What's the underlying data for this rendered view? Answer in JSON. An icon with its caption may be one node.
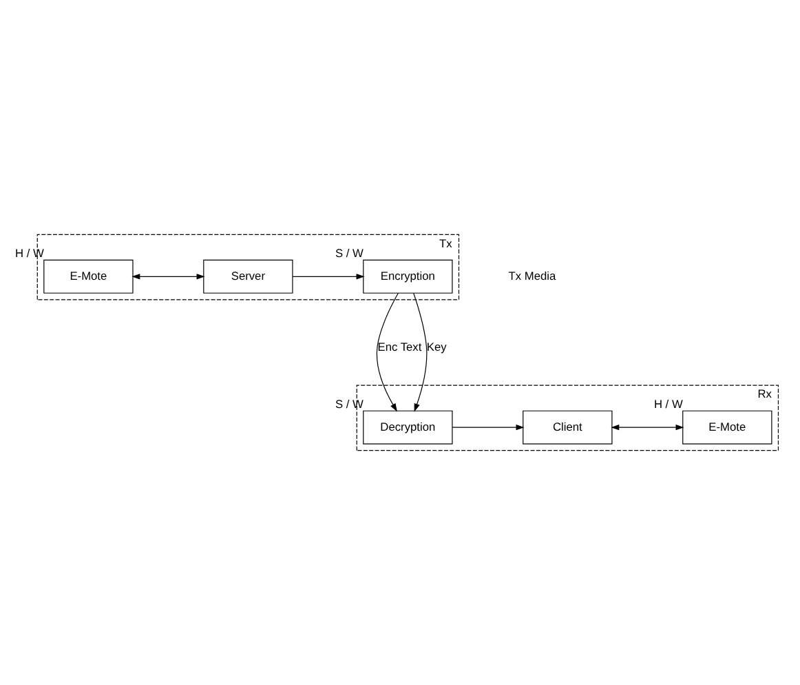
{
  "diagram": {
    "nodes": [
      {
        "text": [
          "Tx"
        ]
      },
      {
        "text": [
          "E-Mote"
        ],
        "in": 0,
        "beside": [
          "H / W"
        ]
      },
      {
        "text": [
          "Server"
        ],
        "in": 0
      },
      {
        "text": [
          "Encryption"
        ],
        "in": 0,
        "beside": [
          "S / W"
        ]
      },
      {
        "text": [
          "Rx"
        ]
      },
      {
        "text": [
          "E-Mote"
        ],
        "in": 4,
        "beside": [
          "H / W"
        ]
      },
      {
        "text": [
          "Client"
        ],
        "in": 4
      },
      {
        "text": [
          "Decryption"
        ],
        "in": 4,
        "beside": [
          "S / W"
        ]
      }
    ],
    "edges": [
      {
        "from": 1,
        "to": 2,
        "arrow": "both"
      },
      {
        "from": 2,
        "to": 3,
        "arrow": "to"
      },
      {
        "from": 3,
        "to": 7,
        "arrow": "to",
        "label": "Enc Text"
      },
      {
        "from": 3,
        "to": 7,
        "arrow": "to",
        "label": "Key"
      },
      {
        "from": 7,
        "to": 6,
        "arrow": "to"
      },
      {
        "from": 6,
        "to": 5,
        "arrow": "both"
      }
    ],
    "labels": [
      "Tx Media"
    ]
  }
}
